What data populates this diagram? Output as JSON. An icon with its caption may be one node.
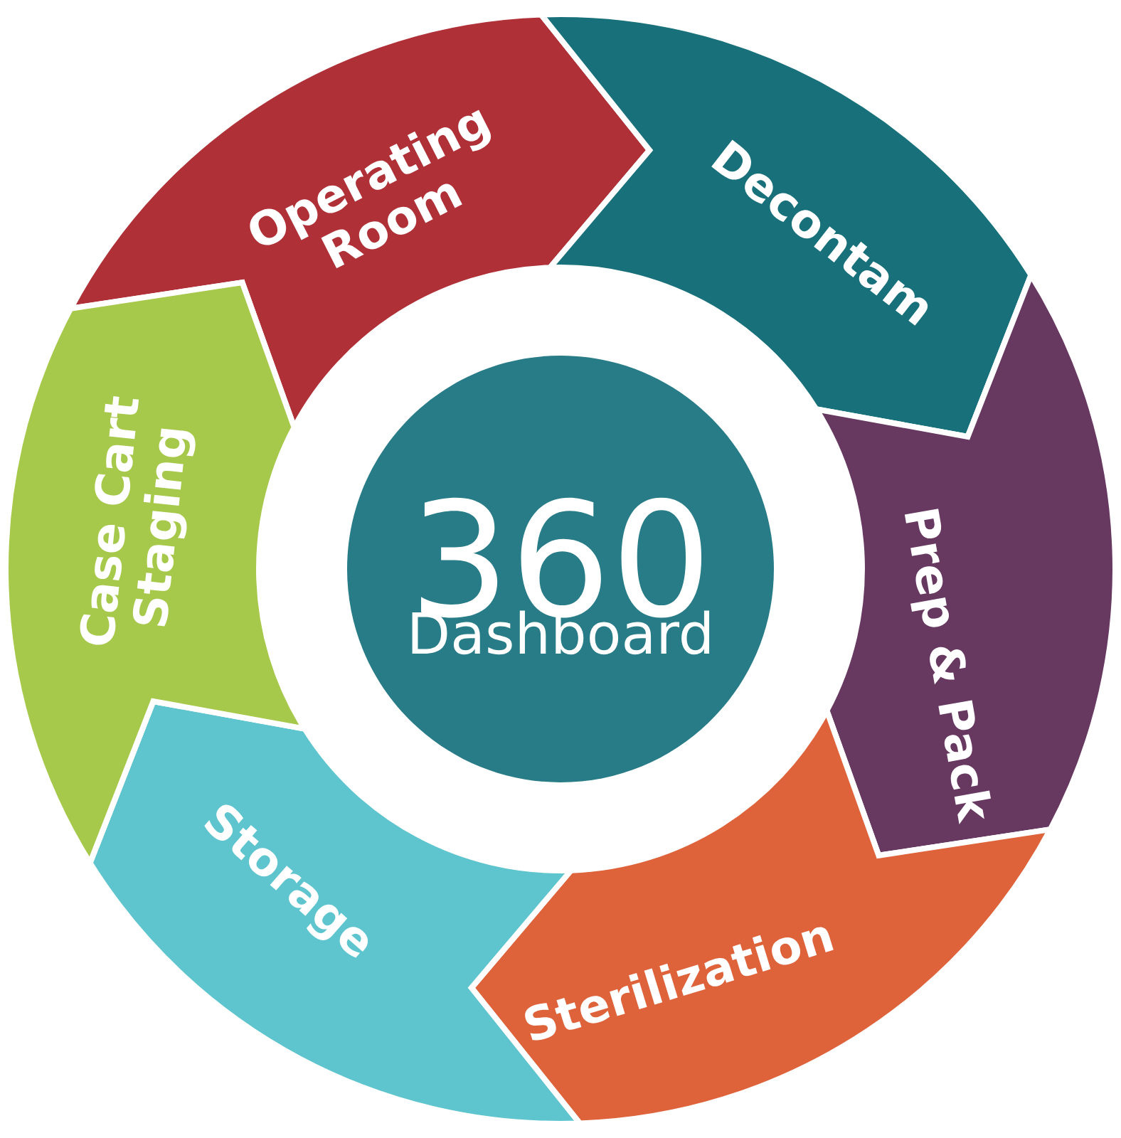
{
  "diagram": {
    "nodes": [
      {
        "text": [
          "Operating Room"
        ]
      },
      {
        "text": [
          "Decontam"
        ]
      },
      {
        "text": [
          "Prep & Pack"
        ]
      },
      {
        "text": [
          "Sterilization"
        ]
      },
      {
        "text": [
          "Storage"
        ]
      },
      {
        "text": [
          "Case Cart Staging"
        ]
      },
      {
        "text": [
          "360",
          "Dashboard"
        ]
      }
    ]
  }
}
